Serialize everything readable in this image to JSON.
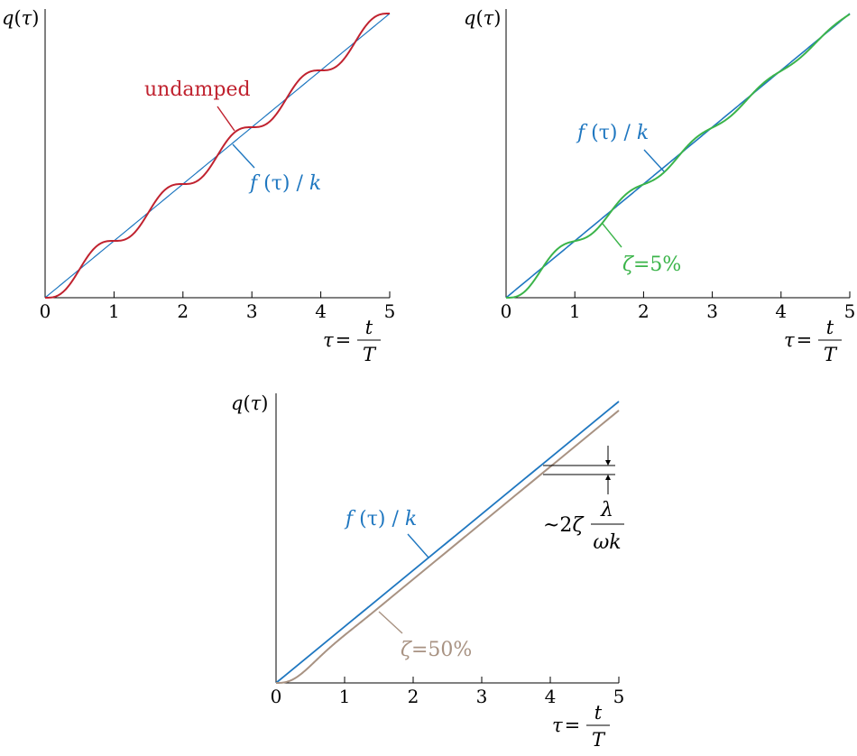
{
  "colors": {
    "undamped": "#c0222f",
    "ramp": "#1f77c0",
    "zeta5": "#3bb44a",
    "zeta50": "#a89282",
    "axis": "#000000"
  },
  "chart_data": [
    {
      "type": "line",
      "x_ticks": [
        "0",
        "1",
        "2",
        "3",
        "4",
        "5"
      ],
      "xlim": [
        0,
        5
      ],
      "ylim": [
        0,
        5
      ],
      "ylabel": {
        "base": "q",
        "open": "(",
        "var": "τ",
        "close": ")"
      },
      "xlabel": {
        "lhs": "τ",
        "eq": "=",
        "num": "t",
        "den": "T"
      },
      "grid": false,
      "series": [
        {
          "name": "f(τ) / k",
          "label": {
            "f": "f",
            "mid": " (τ) / ",
            "k": "k"
          },
          "color_key": "ramp",
          "kind": "ramp"
        },
        {
          "name": "undamped",
          "label": {
            "text": "undamped"
          },
          "color_key": "undamped",
          "kind": "undamped"
        }
      ]
    },
    {
      "type": "line",
      "x_ticks": [
        "0",
        "1",
        "2",
        "3",
        "4",
        "5"
      ],
      "xlim": [
        0,
        5
      ],
      "ylim": [
        0,
        5
      ],
      "ylabel": {
        "base": "q",
        "open": "(",
        "var": "τ",
        "close": ")"
      },
      "xlabel": {
        "lhs": "τ",
        "eq": "=",
        "num": "t",
        "den": "T"
      },
      "grid": false,
      "series": [
        {
          "name": "f(τ) / k",
          "label": {
            "f": "f",
            "mid": " (τ) / ",
            "k": "k"
          },
          "color_key": "ramp",
          "kind": "ramp"
        },
        {
          "name": "ζ=5%",
          "label": {
            "sym": "ζ",
            "rest": "=5%"
          },
          "color_key": "zeta5",
          "kind": "damped",
          "zeta": 0.05
        }
      ]
    },
    {
      "type": "line",
      "x_ticks": [
        "0",
        "1",
        "2",
        "3",
        "4",
        "5"
      ],
      "xlim": [
        0,
        5
      ],
      "ylim": [
        0,
        5
      ],
      "ylabel": {
        "base": "q",
        "open": "(",
        "var": "τ",
        "close": ")"
      },
      "xlabel": {
        "lhs": "τ",
        "eq": "=",
        "num": "t",
        "den": "T"
      },
      "grid": false,
      "series": [
        {
          "name": "f(τ) / k",
          "label": {
            "f": "f",
            "mid": " (τ) / ",
            "k": "k"
          },
          "color_key": "ramp",
          "kind": "ramp"
        },
        {
          "name": "ζ=50%",
          "label": {
            "sym": "ζ",
            "rest": "=50%"
          },
          "color_key": "zeta50",
          "kind": "damped",
          "zeta": 0.5
        }
      ],
      "annotation": {
        "prefix": "~2",
        "sym": "ζ",
        "num": "λ",
        "den": "ωk"
      }
    }
  ]
}
